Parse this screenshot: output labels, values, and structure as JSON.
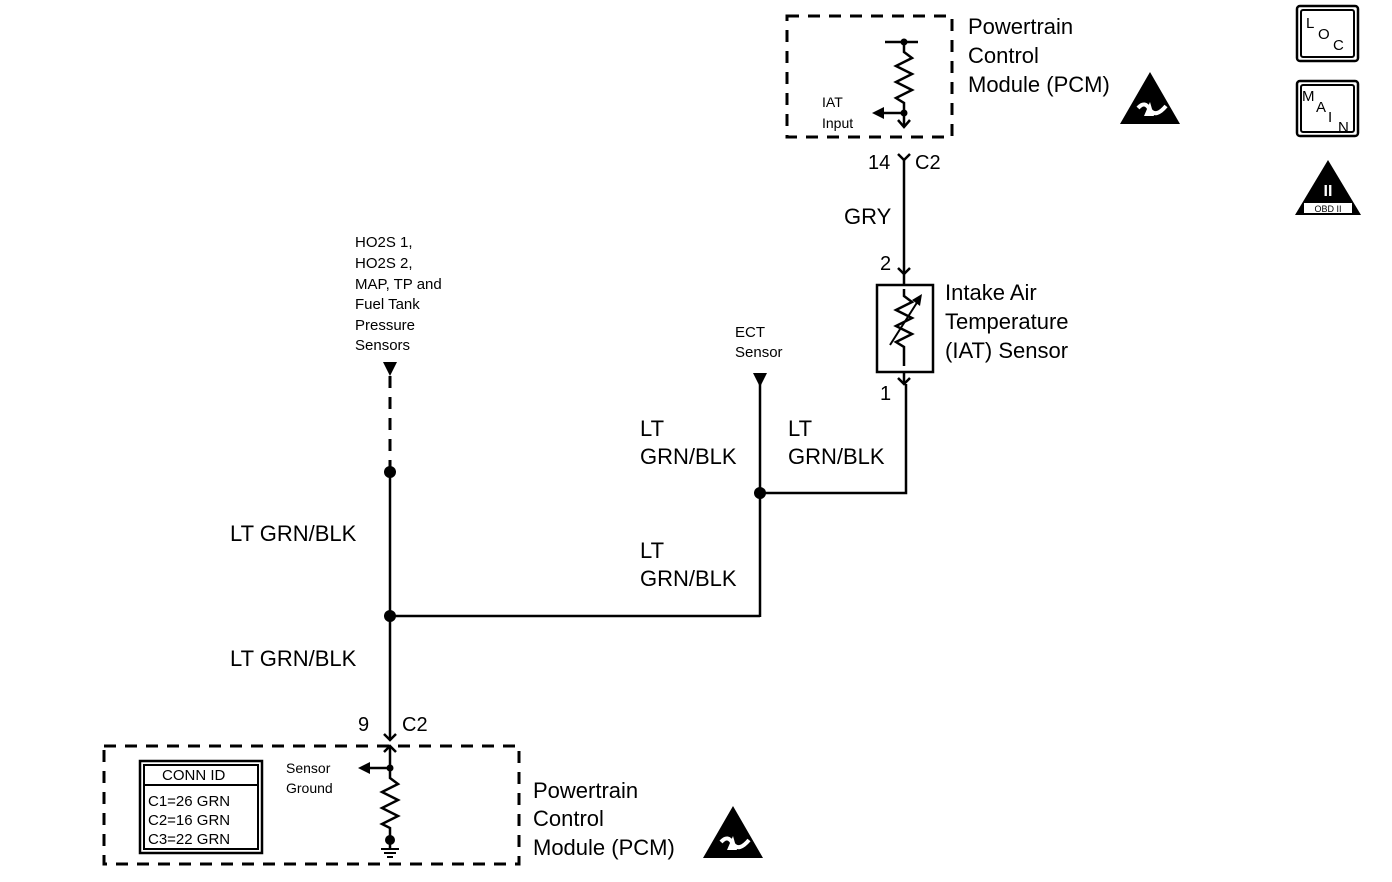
{
  "pcm_top": {
    "title_lines": [
      "Powertrain",
      "Control",
      "Module (PCM)"
    ],
    "pin_label_lines": [
      "IAT",
      "Input"
    ],
    "connector_pin": "14",
    "connector_id": "C2"
  },
  "pcm_bottom": {
    "title_lines": [
      "Powertrain",
      "Control",
      "Module (PCM)"
    ],
    "pin_label_lines": [
      "Sensor",
      "Ground"
    ],
    "connector_pin": "9",
    "connector_id": "C2",
    "conn_table": {
      "header": "CONN ID",
      "rows": [
        "C1=26 GRN",
        "C2=16 GRN",
        "C3=22 GRN"
      ]
    }
  },
  "iat_sensor": {
    "title_lines": [
      "Intake Air",
      "Temperature",
      "(IAT) Sensor"
    ],
    "pin_top": "2",
    "pin_bottom": "1"
  },
  "wires": {
    "gry": "GRY",
    "lt_grn_blk_full": "LT GRN/BLK",
    "lt": "LT",
    "grn_blk": "GRN/BLK"
  },
  "ect": {
    "label_lines": [
      "ECT",
      "Sensor"
    ]
  },
  "ho2s": {
    "label_lines": [
      "HO2S 1,",
      "HO2S 2,",
      "MAP, TP and",
      "Fuel Tank",
      "Pressure",
      "Sensors"
    ]
  },
  "icons": {
    "loc": {
      "letters": [
        "L",
        "O",
        "C"
      ]
    },
    "main": {
      "letters": [
        "M",
        "A",
        "I",
        "N"
      ]
    },
    "obd": {
      "numeral": "II",
      "label": "OBD II"
    },
    "esd": "esd-warning-icon"
  }
}
